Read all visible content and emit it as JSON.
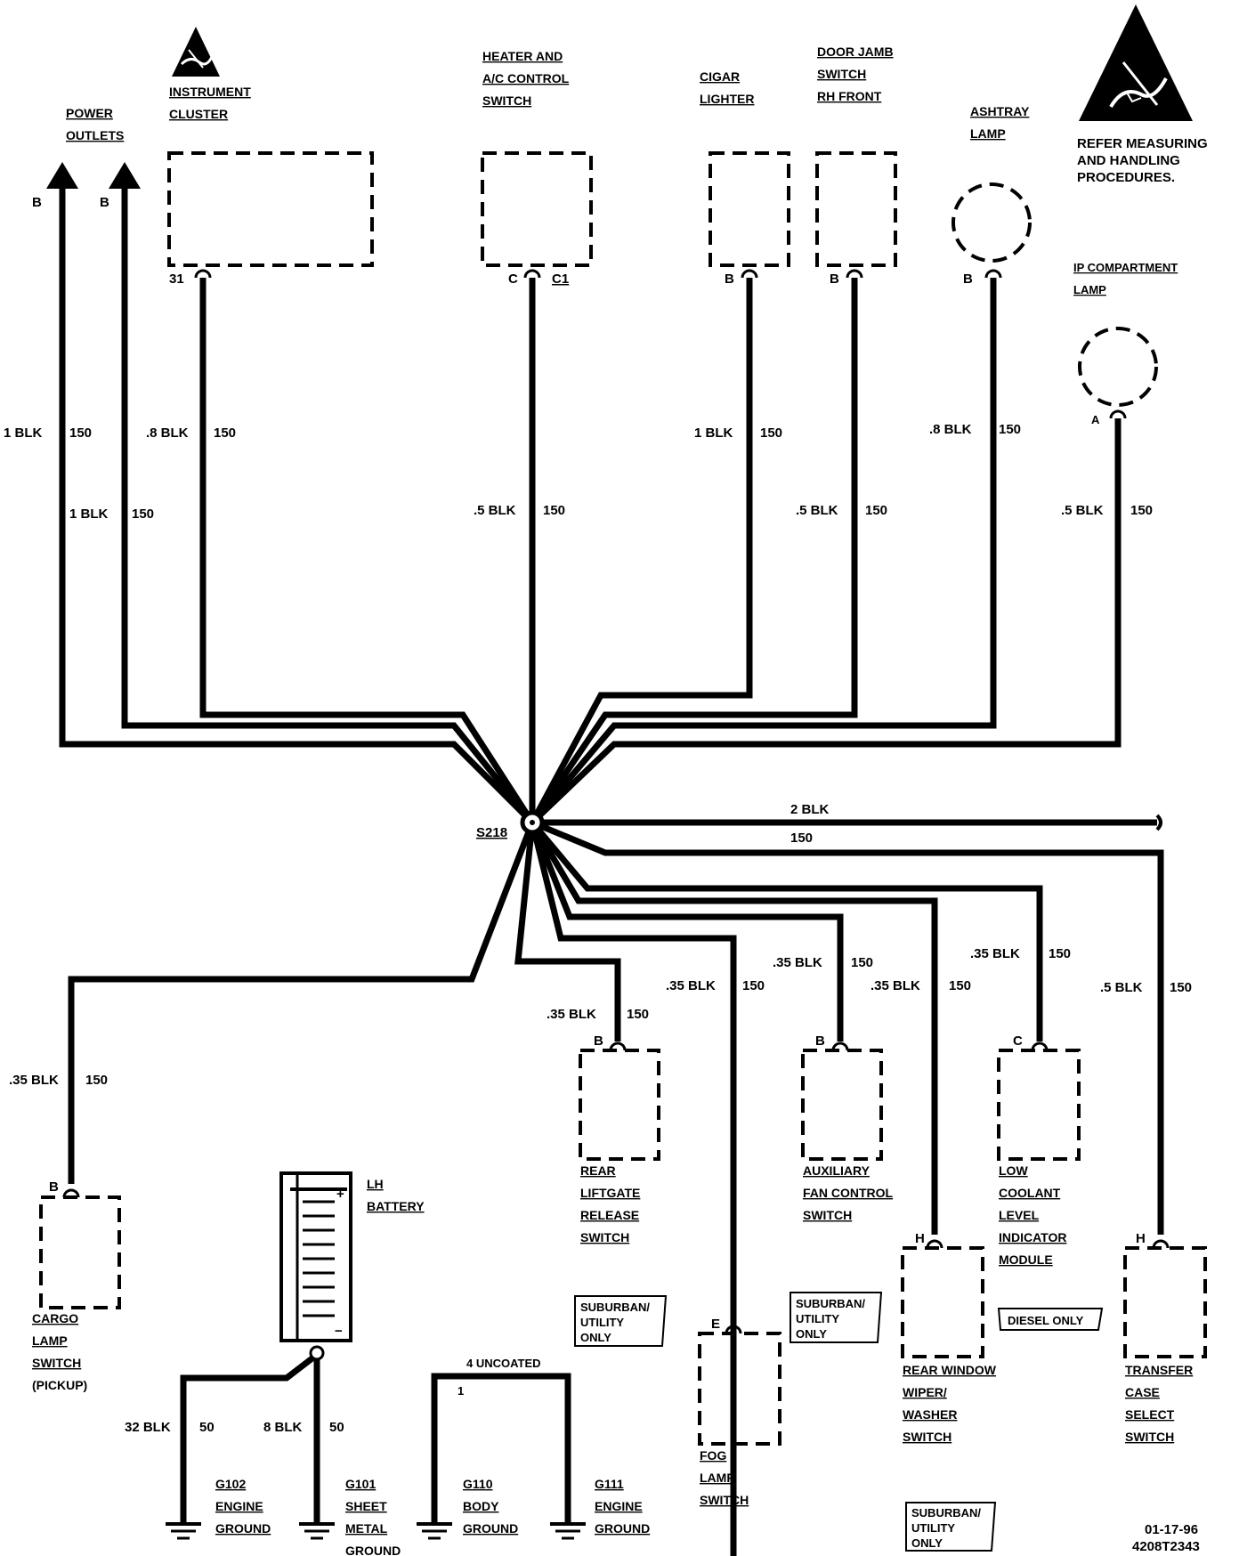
{
  "warning": {
    "lines": [
      "REFER MEASURING",
      "AND HANDLING",
      "PROCEDURES."
    ]
  },
  "components": {
    "power_outlets": [
      "POWER",
      "OUTLETS"
    ],
    "instrument_cluster": [
      "INSTRUMENT",
      "CLUSTER"
    ],
    "heater_ac": [
      "HEATER AND",
      "A/C CONTROL",
      "SWITCH"
    ],
    "cigar_lighter": [
      "CIGAR",
      "LIGHTER"
    ],
    "door_jamb": [
      "DOOR JAMB",
      "SWITCH",
      "RH FRONT"
    ],
    "ashtray": [
      "ASHTRAY",
      "LAMP"
    ],
    "ip_compartment": [
      "IP COMPARTMENT",
      "LAMP"
    ],
    "cargo_lamp": [
      "CARGO",
      "LAMP",
      "SWITCH",
      "(PICKUP)"
    ],
    "lh_battery": [
      "LH",
      "BATTERY"
    ],
    "rear_liftgate": [
      "REAR",
      "LIFTGATE",
      "RELEASE",
      "SWITCH"
    ],
    "aux_fan": [
      "AUXILIARY",
      "FAN CONTROL",
      "SWITCH"
    ],
    "low_coolant": [
      "LOW",
      "COOLANT",
      "LEVEL",
      "INDICATOR",
      "MODULE"
    ],
    "fog_lamp": [
      "FOG",
      "LAMP",
      "SWITCH"
    ],
    "rear_wiper": [
      "REAR WINDOW",
      "WIPER/",
      "WASHER",
      "SWITCH"
    ],
    "transfer_case": [
      "TRANSFER",
      "CASE",
      "SELECT",
      "SWITCH"
    ]
  },
  "pins": {
    "cluster": "31",
    "heater_c": "C",
    "heater_c1": "C1",
    "lighter": "B",
    "door": "B",
    "ashtray": "B",
    "ip": "A",
    "cargo": "B",
    "liftgate": "B",
    "aux_fan": "B",
    "coolant": "C",
    "fog": "E",
    "wiper": "H",
    "transfer": "H"
  },
  "wires": {
    "outlet1": [
      "1 BLK",
      "150"
    ],
    "outlet2": [
      "1 BLK",
      "150"
    ],
    "cluster": [
      ".8 BLK",
      "150"
    ],
    "heater": [
      ".5 BLK",
      "150"
    ],
    "lighter": [
      "1 BLK",
      "150"
    ],
    "door": [
      ".5 BLK",
      "150"
    ],
    "ashtray": [
      ".8 BLK",
      "150"
    ],
    "ip": [
      ".5 BLK",
      "150"
    ],
    "main": [
      "2 BLK",
      "150"
    ],
    "cargo": [
      ".35 BLK",
      "150"
    ],
    "liftgate": [
      ".35 BLK",
      "150"
    ],
    "fog": [
      ".35 BLK",
      "150"
    ],
    "aux_fan": [
      ".35 BLK",
      "150"
    ],
    "wiper": [
      ".35 BLK",
      "150"
    ],
    "coolant": [
      ".35 BLK",
      "150"
    ],
    "transfer": [
      ".5 BLK",
      "150"
    ],
    "g102": [
      "32 BLK",
      "50"
    ],
    "g101": [
      "8 BLK",
      "50"
    ],
    "body_strap": [
      "4 UNCOATED",
      "1"
    ]
  },
  "splice": "S218",
  "pin_b": "B",
  "battery_plus": "+",
  "battery_minus": "−",
  "grounds": {
    "g102": [
      "G102",
      "ENGINE",
      "GROUND"
    ],
    "g101": [
      "G101",
      "SHEET",
      "METAL",
      "GROUND"
    ],
    "g110": [
      "G110",
      "BODY",
      "GROUND"
    ],
    "g111": [
      "G111",
      "ENGINE",
      "GROUND"
    ]
  },
  "notes": {
    "suburban1": [
      "SUBURBAN/",
      "UTILITY",
      "ONLY"
    ],
    "suburban2": [
      "SUBURBAN/",
      "UTILITY",
      "ONLY"
    ],
    "suburban3": [
      "SUBURBAN/",
      "UTILITY",
      "ONLY"
    ],
    "diesel": "DIESEL ONLY"
  },
  "footer": {
    "date": "01-17-96",
    "code": "4208T2343"
  }
}
